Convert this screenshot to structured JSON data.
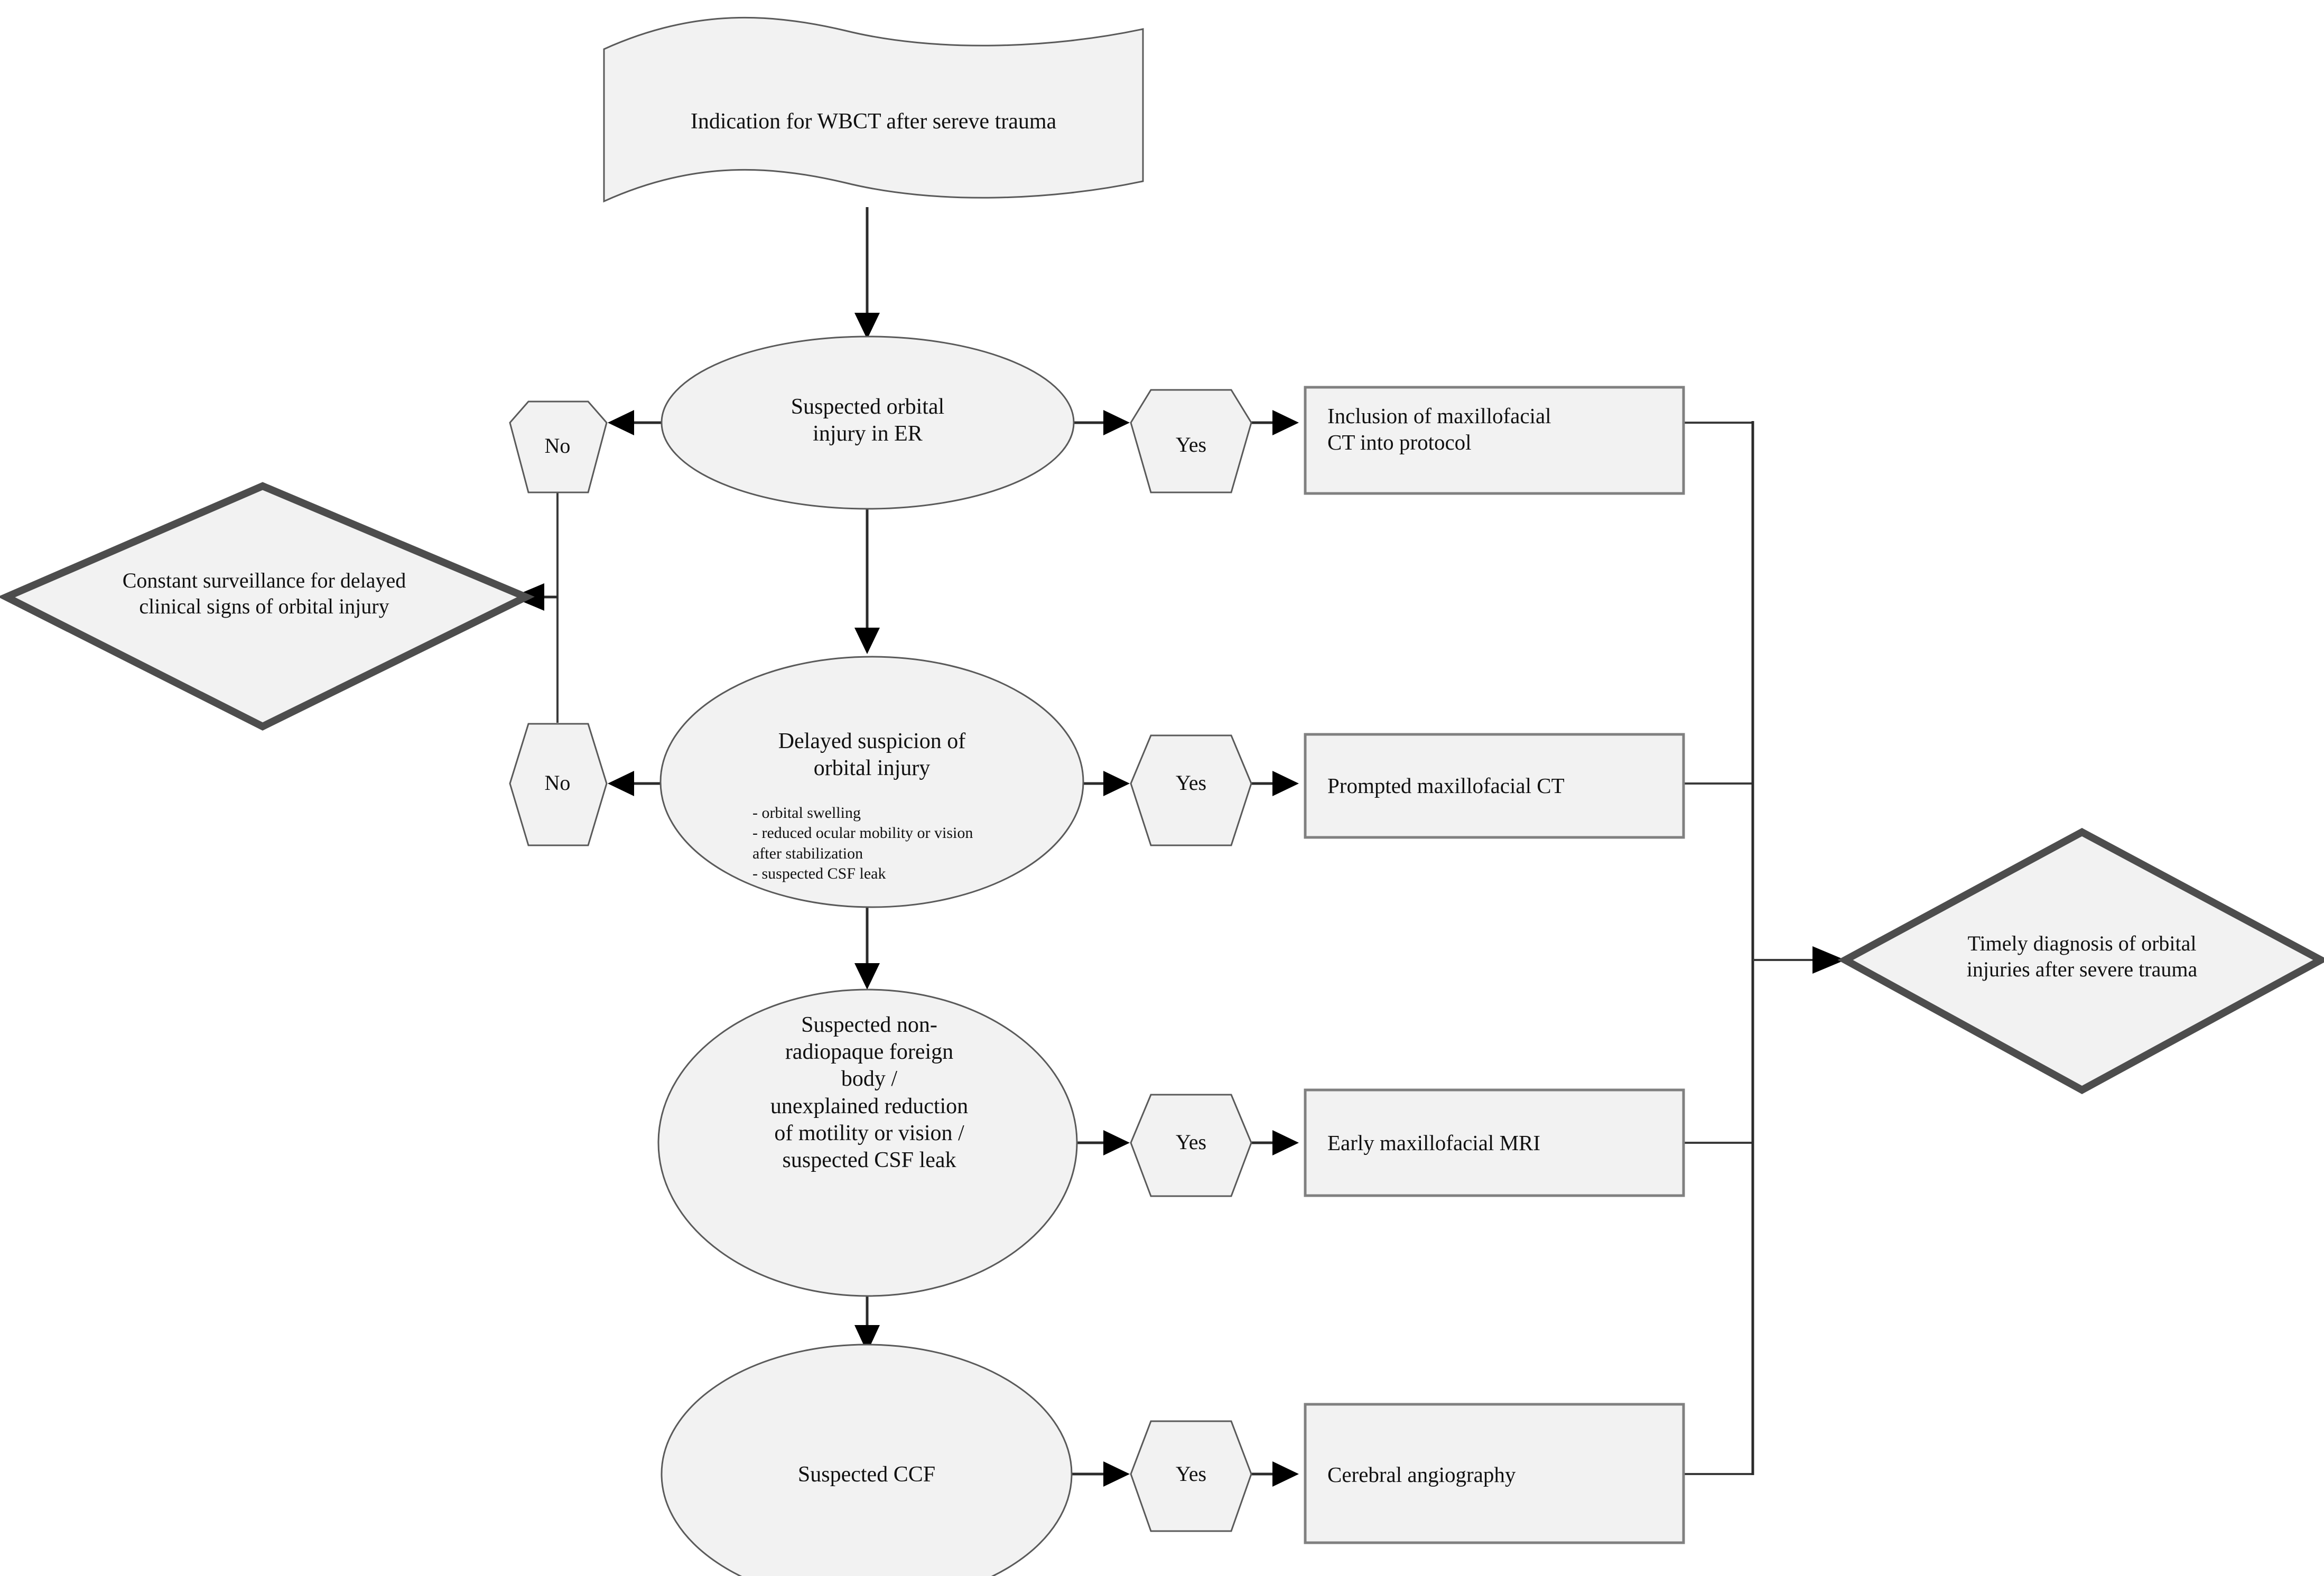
{
  "diagram": {
    "title": "Orbital injury diagnostic pathway after whole-body CT",
    "colors": {
      "shape_fill": "#f2f2f2",
      "thin_border": "#5a5a5a",
      "box_border": "#808080",
      "thick_border": "#4d4d4d",
      "connector": "#2b2b2b",
      "text": "#111111",
      "background": "#ffffff"
    },
    "nodes": {
      "start_document": {
        "shape": "document",
        "text": "Indication for WBCT after sereve trauma"
      },
      "decision_1": {
        "shape": "ellipse",
        "text": "Suspected orbital\ninjury in ER"
      },
      "decision_2": {
        "shape": "ellipse",
        "text": "Delayed suspicion of\norbital injury",
        "bullets": [
          "- orbital swelling",
          "- reduced ocular mobility or vision",
          "  after stabilization",
          "- suspected CSF leak"
        ]
      },
      "decision_3": {
        "shape": "ellipse",
        "text": "Suspected non-\nradiopaque foreign\nbody /\nunexplained reduction\nof motility or vision /\nsuspected CSF leak"
      },
      "decision_4": {
        "shape": "ellipse",
        "text": "Suspected CCF"
      },
      "no_1": {
        "shape": "hexagon",
        "text": "No"
      },
      "no_2": {
        "shape": "hexagon",
        "text": "No"
      },
      "yes_1": {
        "shape": "hexagon",
        "text": "Yes"
      },
      "yes_2": {
        "shape": "hexagon",
        "text": "Yes"
      },
      "yes_3": {
        "shape": "hexagon",
        "text": "Yes"
      },
      "yes_4": {
        "shape": "hexagon",
        "text": "Yes"
      },
      "action_1": {
        "shape": "rectangle",
        "text": "Inclusion of maxillofacial\nCT into protocol"
      },
      "action_2": {
        "shape": "rectangle",
        "text": "Prompted maxillofacial CT"
      },
      "action_3": {
        "shape": "rectangle",
        "text": "Early maxillofacial MRI"
      },
      "action_4": {
        "shape": "rectangle",
        "text": "Cerebral angiography"
      },
      "outcome_surveillance": {
        "shape": "diamond",
        "text": "Constant surveillance for delayed\nclinical signs of orbital injury"
      },
      "outcome_diagnosis": {
        "shape": "diamond",
        "text": "Timely diagnosis of orbital\ninjuries after severe trauma"
      }
    },
    "edges": [
      {
        "from": "start_document",
        "to": "decision_1",
        "label": "",
        "arrow": true
      },
      {
        "from": "decision_1",
        "to": "no_1",
        "label": "",
        "arrow": true
      },
      {
        "from": "decision_1",
        "to": "yes_1",
        "label": "",
        "arrow": true
      },
      {
        "from": "yes_1",
        "to": "action_1",
        "label": "",
        "arrow": true
      },
      {
        "from": "decision_1",
        "to": "decision_2",
        "label": "",
        "arrow": true
      },
      {
        "from": "no_1",
        "to": "outcome_surveillance",
        "label": "",
        "arrow": true
      },
      {
        "from": "no_1",
        "to": "no_2",
        "label": "",
        "arrow": false
      },
      {
        "from": "decision_2",
        "to": "no_2",
        "label": "",
        "arrow": true
      },
      {
        "from": "decision_2",
        "to": "yes_2",
        "label": "",
        "arrow": true
      },
      {
        "from": "yes_2",
        "to": "action_2",
        "label": "",
        "arrow": true
      },
      {
        "from": "decision_2",
        "to": "decision_3",
        "label": "",
        "arrow": true
      },
      {
        "from": "decision_3",
        "to": "yes_3",
        "label": "",
        "arrow": true
      },
      {
        "from": "yes_3",
        "to": "action_3",
        "label": "",
        "arrow": true
      },
      {
        "from": "decision_3",
        "to": "decision_4",
        "label": "",
        "arrow": true
      },
      {
        "from": "decision_4",
        "to": "yes_4",
        "label": "",
        "arrow": true
      },
      {
        "from": "yes_4",
        "to": "action_4",
        "label": "",
        "arrow": true
      },
      {
        "from": "action_1",
        "to": "outcome_diagnosis",
        "label": "",
        "arrow": true
      },
      {
        "from": "action_2",
        "to": "outcome_diagnosis",
        "label": "",
        "arrow": true
      },
      {
        "from": "action_3",
        "to": "outcome_diagnosis",
        "label": "",
        "arrow": true
      },
      {
        "from": "action_4",
        "to": "outcome_diagnosis",
        "label": "",
        "arrow": true
      }
    ]
  }
}
